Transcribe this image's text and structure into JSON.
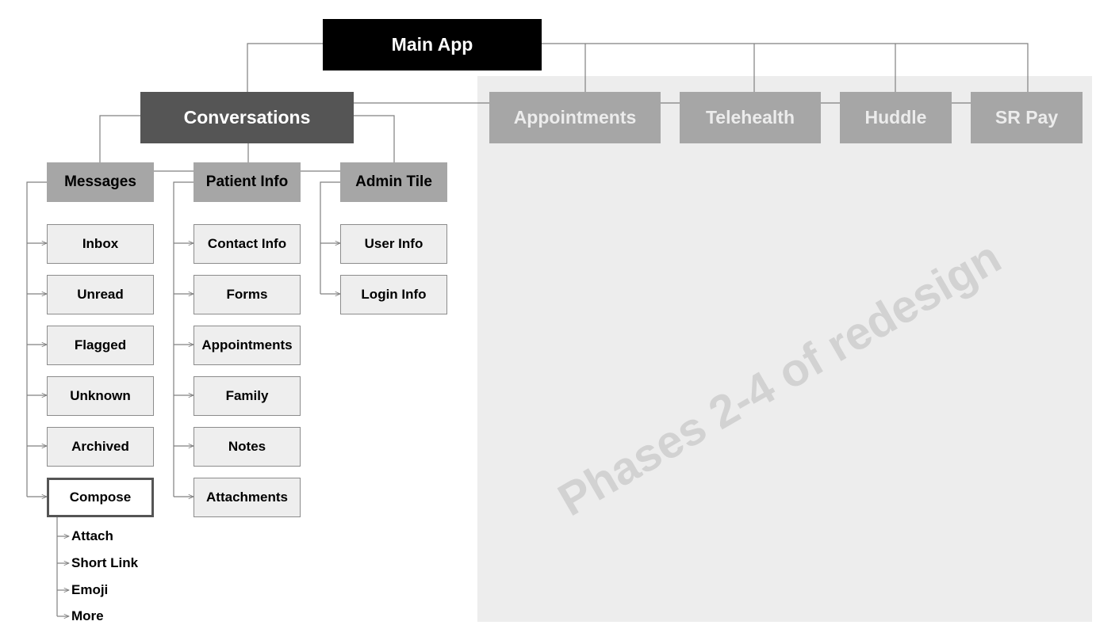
{
  "root": {
    "label": "Main App"
  },
  "conversations": {
    "label": "Conversations",
    "sections": {
      "messages": {
        "label": "Messages",
        "items": [
          "Inbox",
          "Unread",
          "Flagged",
          "Unknown",
          "Archived",
          "Compose"
        ],
        "compose_children": [
          "Attach",
          "Short Link",
          "Emoji",
          "More"
        ]
      },
      "patient_info": {
        "label": "Patient Info",
        "items": [
          "Contact Info",
          "Forms",
          "Appointments",
          "Family",
          "Notes",
          "Attachments"
        ]
      },
      "admin_tile": {
        "label": "Admin Tile",
        "items": [
          "User Info",
          "Login Info"
        ]
      }
    }
  },
  "future_modules": [
    "Appointments",
    "Telehealth",
    "Huddle",
    "SR Pay"
  ],
  "watermark": "Phases 2-4 of redesign",
  "colors": {
    "root": "#000000",
    "conversations": "#555555",
    "section": "#a6a6a6",
    "leaf": "#eeeeee",
    "phase_panel": "#ededed",
    "connector": "#808080"
  }
}
